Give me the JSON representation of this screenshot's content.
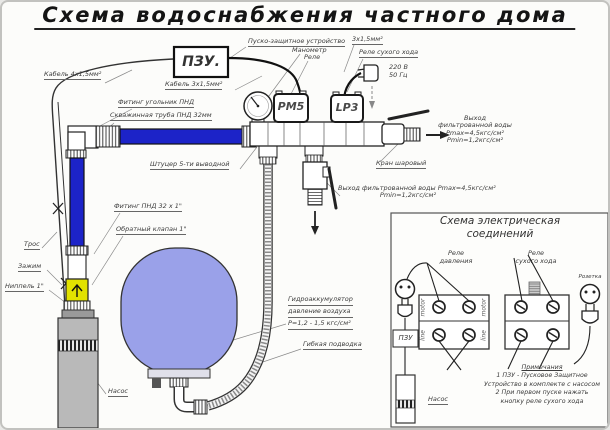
{
  "title": "Схема водоснабжения частного дома",
  "main_diagram": {
    "pzu_device": "ПЗУ.",
    "pm5_device": "РМ5",
    "lp3_device": "LP3",
    "labels": {
      "cable4": "Кабель 4х1,5мм²",
      "cable3": "Кабель 3х1,5мм²",
      "pzu": "Пуско-защитное устройство",
      "manometer": "Манометр",
      "relay": "Реле",
      "wire3": "3х1,5мм²",
      "dry_run": "Реле сухого хода",
      "elbow_fitting": "Фитинг угольник ПНД",
      "borehole_pipe": "Скважинная труба ПНД 32мм",
      "stutzer": "Штуцер 5-ти выводной",
      "ball_valve": "Кран шаровый",
      "fitting_pnd": "Фитинг ПНД 32 х 1\"",
      "check_valve": "Обратный клапан 1\"",
      "tros": "Трос",
      "clamp": "Зажим",
      "nipple": "Ниппель 1\"",
      "pump": "Насос",
      "flexible": "Гибкая подводка"
    },
    "power": [
      "220 В",
      "50 Гц"
    ],
    "outlet_right": [
      "Выход",
      "фильтрованной воды",
      "Pmax=4,5кгс/см²",
      "Pmin=1,2кгс/см²"
    ],
    "outlet_bottom": [
      "Выход фильтрованной воды Pmax=4,5кгс/см²",
      "Pmin=1,2кгс/см²"
    ],
    "accumulator": [
      "Гидроаккумулятор",
      "давление воздуха",
      "P=1,2 - 1,5 кгс/см²"
    ]
  },
  "electrical_diagram": {
    "title_lines": [
      "Схема электрическая",
      "соединений"
    ],
    "pressure_relay": [
      "Реле",
      "давления"
    ],
    "dry_run_relay": [
      "Реле",
      "сухого хода"
    ],
    "socket_label": "Розетка",
    "terminal_motor": "motor",
    "terminal_line": "line",
    "pzu_label": "ПЗУ",
    "pump_label": "Насос",
    "notes": [
      "Примечания",
      "1 ПЗУ - Пусковое Защитное",
      "Устройство в комплекте с насосом",
      "2 При первом пуске нажать",
      "кнопку реле сухого хода"
    ]
  },
  "colors": {
    "pipe_blue": "#1c23c8",
    "tank_blue": "#9aa1e9",
    "valve_yellow": "#e2e200",
    "pump_grey": "#b9b9b9",
    "line_dark": "#222222"
  }
}
